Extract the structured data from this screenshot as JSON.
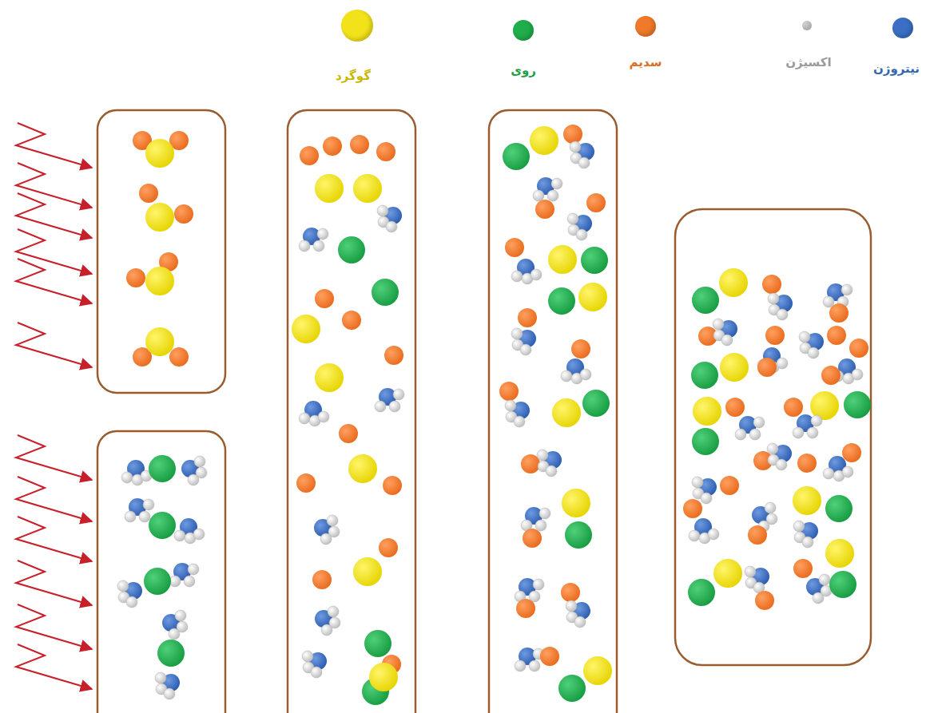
{
  "diagram": {
    "legend": [
      {
        "text": "نیتروژن",
        "color": "#3a6fc4"
      },
      {
        "text": "اکسیژن",
        "color": "#cfcfcf"
      },
      {
        "text": "سدیم",
        "color": "#f07a2a"
      },
      {
        "text": "روی",
        "color": "#1fae4b"
      },
      {
        "text": "گوگرد",
        "color": "#f2e21a"
      }
    ]
  }
}
